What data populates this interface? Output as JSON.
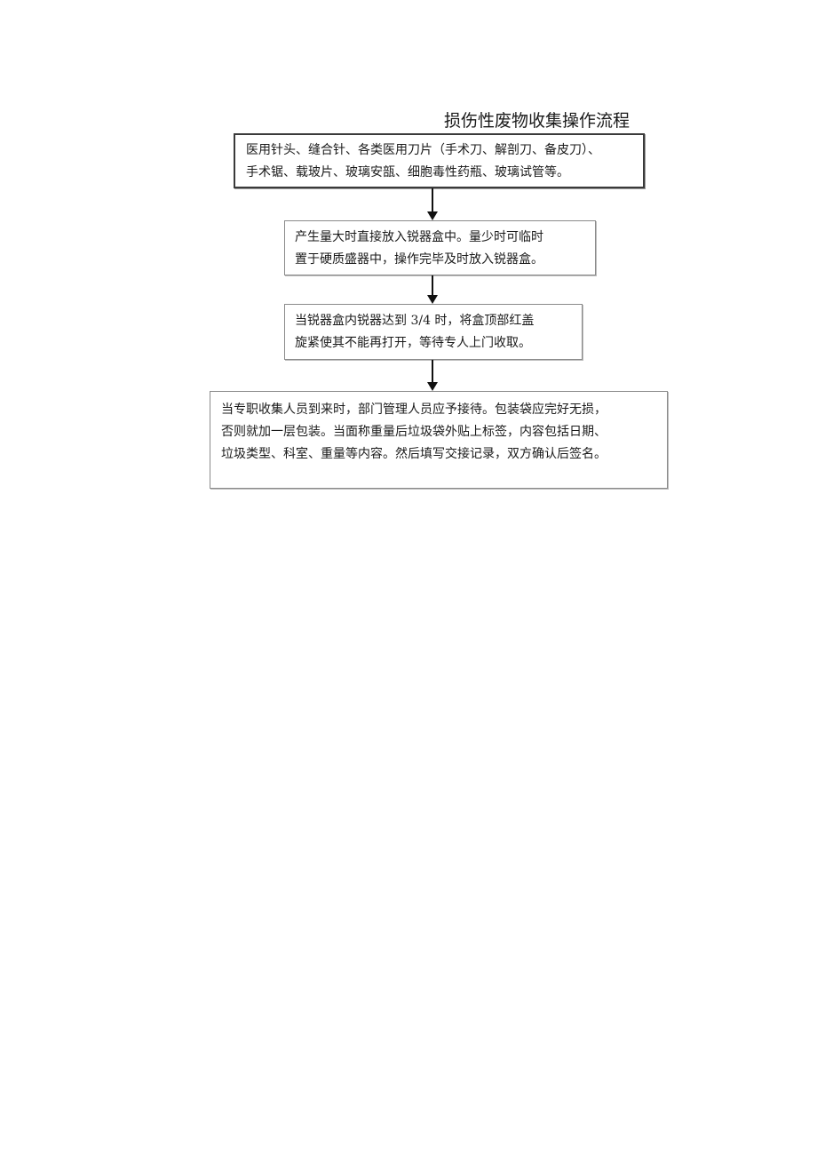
{
  "title": "损伤性废物收集操作流程",
  "steps": [
    {
      "lines": [
        "医用针头、缝合针、各类医用刀片（手术刀、解剖刀、备皮刀）、",
        "手术锯、载玻片、玻璃安瓿、细胞毒性药瓶、玻璃试管等。"
      ]
    },
    {
      "lines": [
        "产生量大时直接放入锐器盒中。量少时可临时",
        "置于硬质盛器中，操作完毕及时放入锐器盒。"
      ]
    },
    {
      "lines": [
        "当锐器盒内锐器达到 3/4 时，将盒顶部红盖",
        "旋紧使其不能再打开，等待专人上门收取。"
      ]
    },
    {
      "lines": [
        "当专职收集人员到来时，部门管理人员应予接待。包装袋应完好无损，",
        "否则就加一层包装。当面称重量后垃圾袋外贴上标签，内容包括日期、",
        "垃圾类型、科室、重量等内容。然后填写交接记录，双方确认后签名。"
      ]
    }
  ]
}
